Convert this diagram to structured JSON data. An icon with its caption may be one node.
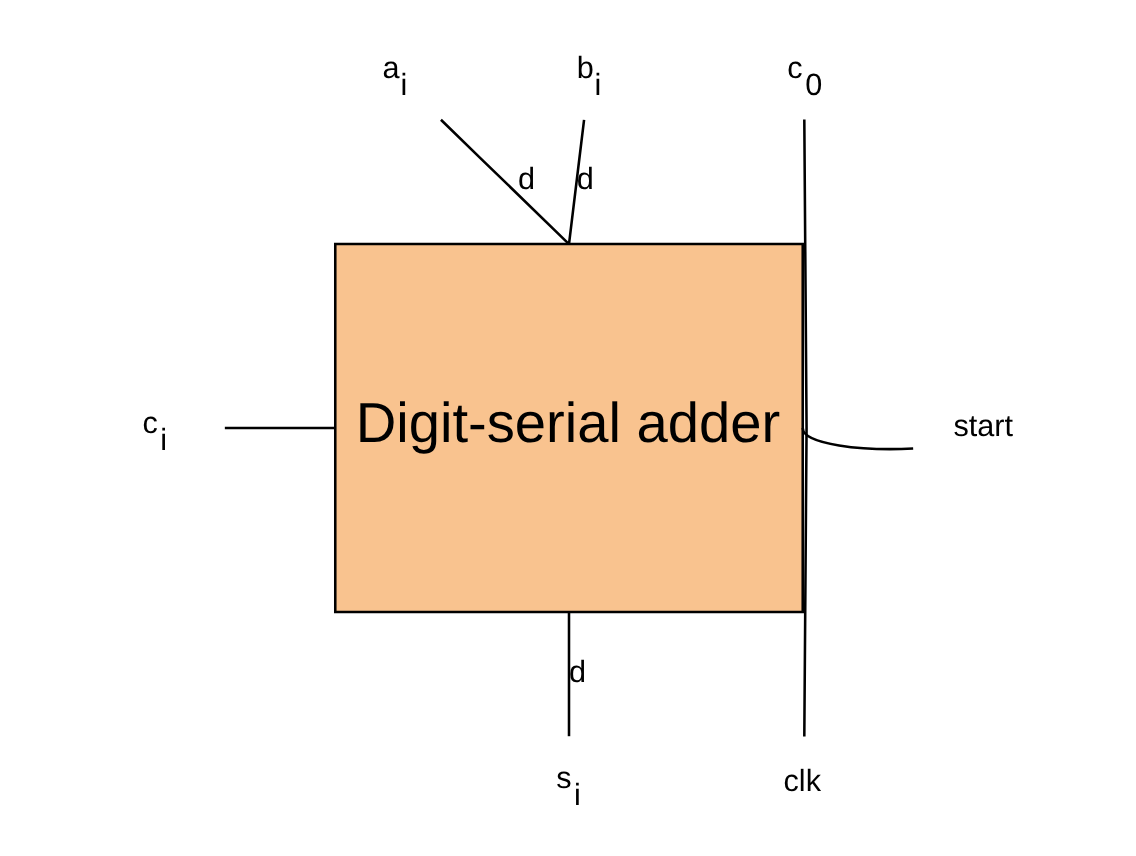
{
  "diagram": {
    "nodes": [
      {
        "text": [
          "a$_{i}$"
        ]
      },
      {
        "text": [
          "b$_{i}$"
        ]
      },
      {
        "text": [
          "c$_{0}$"
        ]
      },
      {
        "text": [
          "c$_{i}$"
        ]
      },
      {
        "text": [
          "Digit-serial adder"
        ]
      },
      {
        "text": [
          "start"
        ]
      },
      {
        "text": [
          "clk"
        ]
      },
      {
        "text": [
          "s$_{i}$"
        ]
      }
    ],
    "edges": [
      {
        "from": 0,
        "to": 4,
        "arrow": "none",
        "label": "d"
      },
      {
        "from": 1,
        "to": 4,
        "arrow": "none",
        "label": "d"
      },
      {
        "from": 4,
        "to": 2,
        "arrow": "none"
      },
      {
        "from": 3,
        "to": 4,
        "arrow": "none"
      },
      {
        "from": 4,
        "to": 5,
        "arrow": "none"
      },
      {
        "from": 4,
        "to": 6,
        "arrow": "none"
      },
      {
        "from": 4,
        "to": 7,
        "arrow": "none",
        "label": "d"
      }
    ]
  }
}
